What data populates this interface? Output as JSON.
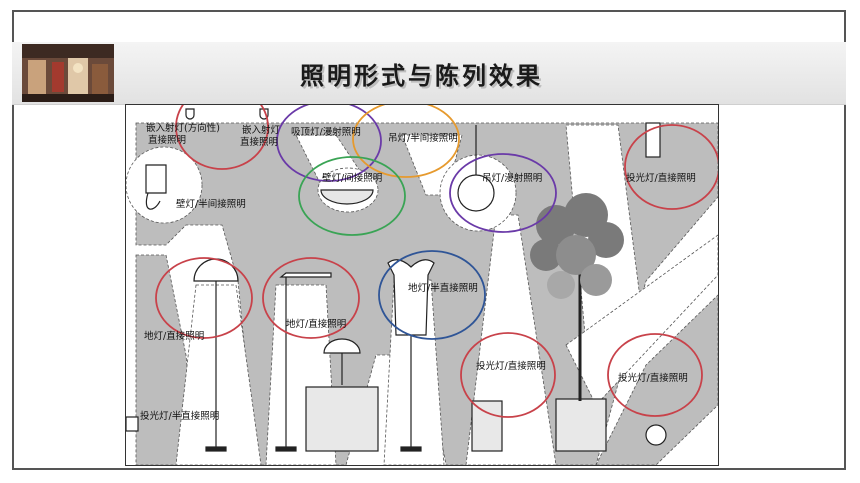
{
  "header": {
    "title": "照明形式与陈列效果"
  },
  "labels": {
    "recessed_directional": "嵌入射灯(方向性)",
    "recessed_directional_2": "直接照明",
    "recessed_spot": "嵌入射灯",
    "recessed_spot_2": "直接照明",
    "ceiling": "吸顶灯/漫射照明",
    "pendant_semi_indirect": "吊灯/半间接照明",
    "wall_semi_indirect": "壁灯/半间接照明",
    "wall_indirect": "壁灯/间接照明",
    "pendant_diffuse": "吊灯/漫射照明",
    "spot_direct_right_top": "投光灯/直接照明",
    "floor_direct_left": "地灯/直接照明",
    "floor_direct_mid": "地灯/直接照明",
    "floor_semi_direct": "地灯/半直接照明",
    "spot_semi_direct": "投光灯/半直接照明",
    "spot_direct_center": "投光灯/直接照明",
    "spot_direct_right_bottom": "投光灯/直接照明"
  },
  "colors": {
    "red": "#c8424a",
    "purple": "#6a3aa8",
    "orange": "#e69a2e",
    "green": "#3aa455",
    "blue": "#2f5597",
    "gray_fill": "#bdbdbd"
  }
}
